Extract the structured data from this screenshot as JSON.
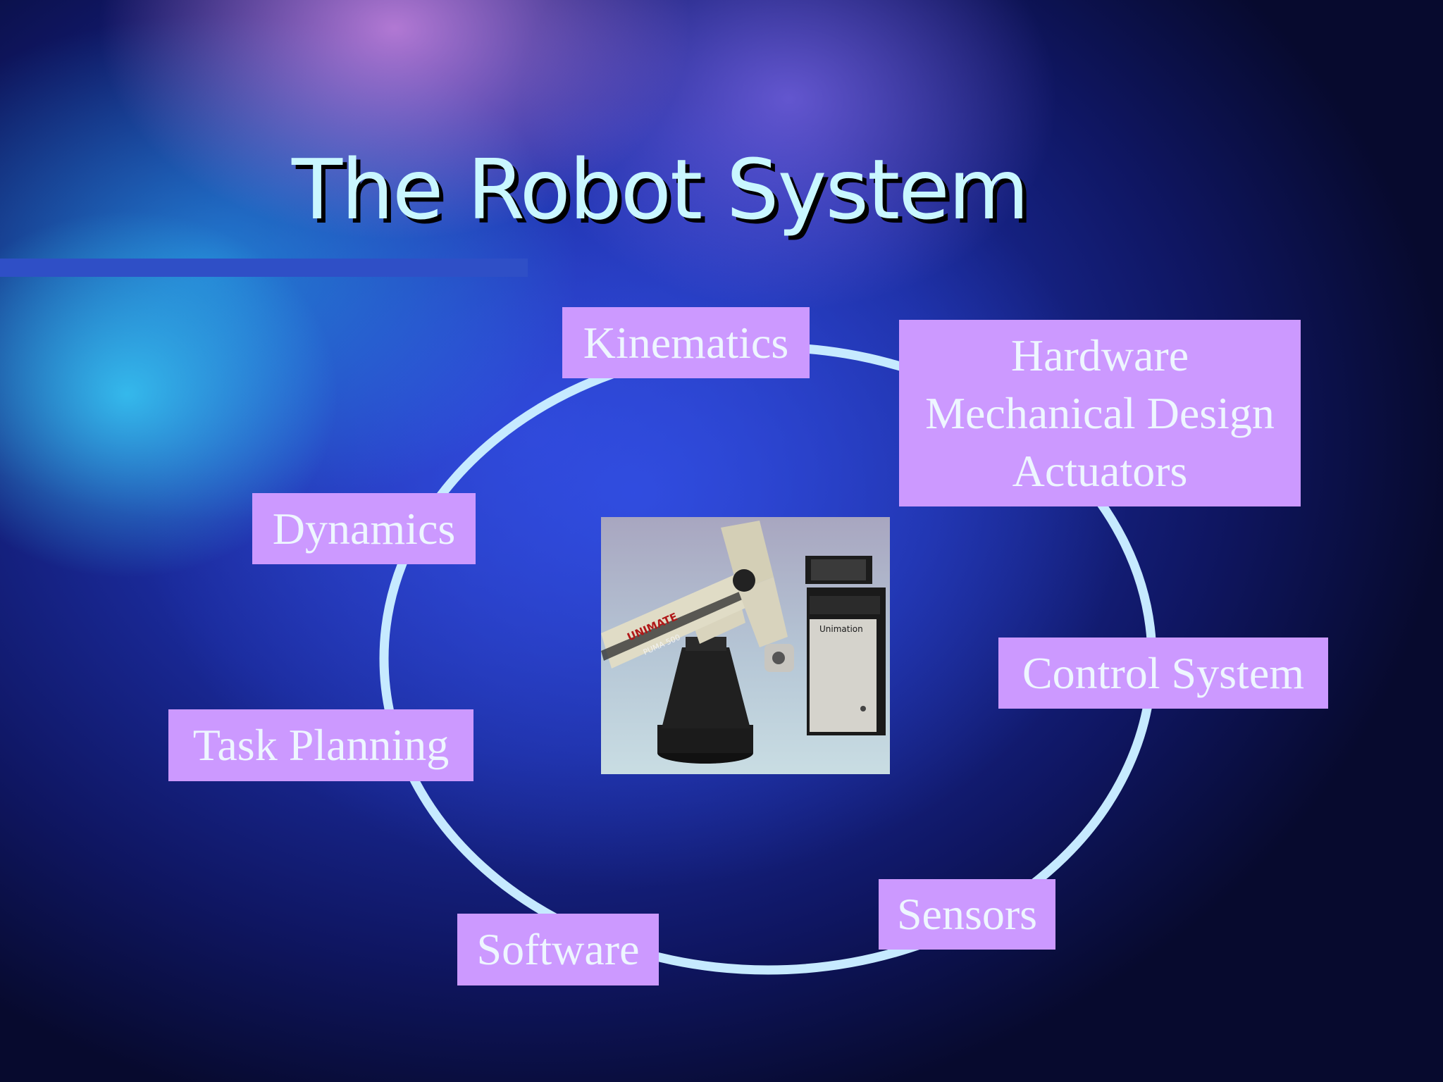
{
  "slide": {
    "title": "The Robot System"
  },
  "nodes": {
    "kinematics": "Kinematics",
    "hardware": [
      "Hardware",
      "Mechanical Design",
      "Actuators"
    ],
    "dynamics": "Dynamics",
    "control_system": "Control System",
    "task_planning": "Task Planning",
    "sensors": "Sensors",
    "software": "Software"
  },
  "photo": {
    "arm_brand": "UNIMATE",
    "arm_model": "PUMA 500",
    "controller_brand": "Unimation"
  },
  "colors": {
    "node_fill": "#cc99ff",
    "ring": "#c6eaff",
    "title_text": "#c9f7ff",
    "title_bar": "#2f4fc6"
  }
}
